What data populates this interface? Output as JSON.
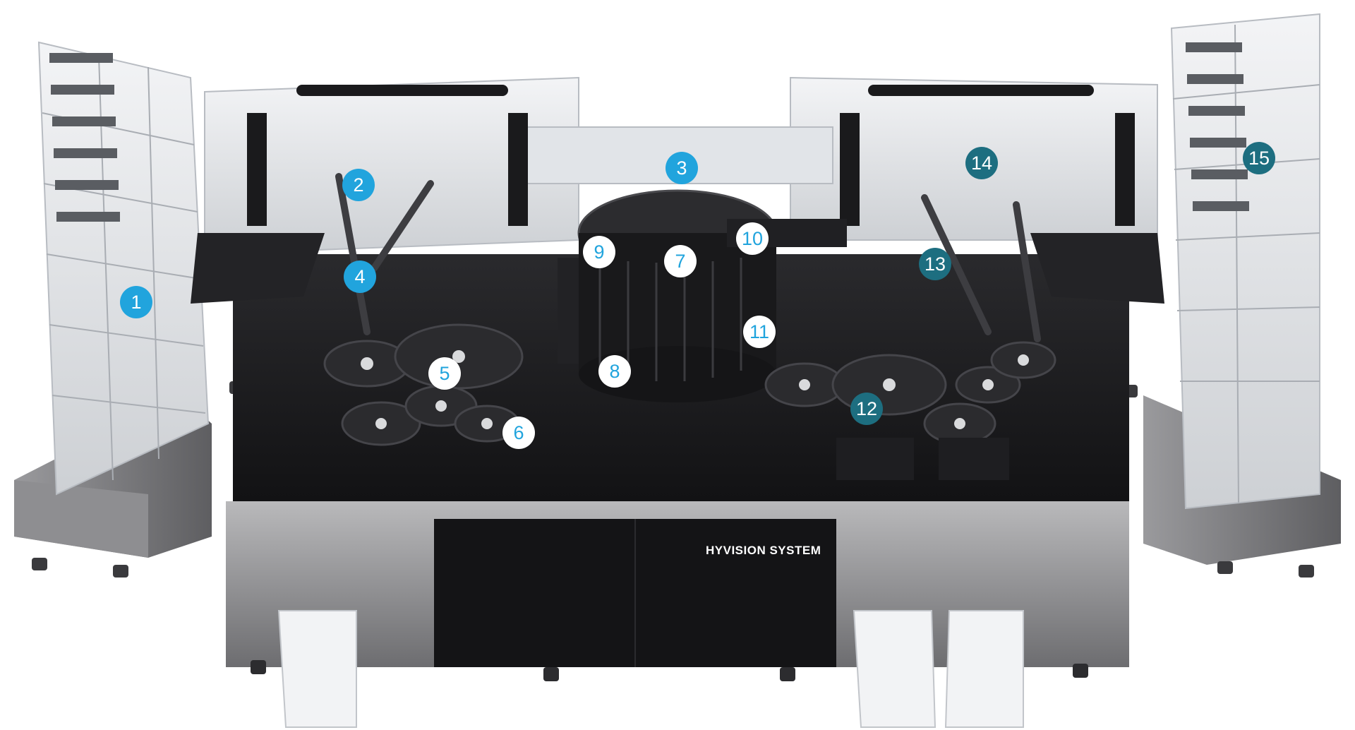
{
  "brand": {
    "text": "HYVISION SYSTEM"
  },
  "callouts": [
    {
      "label": "1"
    },
    {
      "label": "2"
    },
    {
      "label": "3"
    },
    {
      "label": "4"
    },
    {
      "label": "5"
    },
    {
      "label": "6"
    },
    {
      "label": "7"
    },
    {
      "label": "8"
    },
    {
      "label": "9"
    },
    {
      "label": "10"
    },
    {
      "label": "11"
    },
    {
      "label": "12"
    },
    {
      "label": "13"
    },
    {
      "label": "14"
    },
    {
      "label": "15"
    }
  ],
  "colors": {
    "callout_blue": "#21a4dd",
    "callout_teal": "#1d6e80",
    "deck": "#1b1b1d",
    "frame": "#e7e9ec",
    "base_steel": "#8a8a8c"
  }
}
